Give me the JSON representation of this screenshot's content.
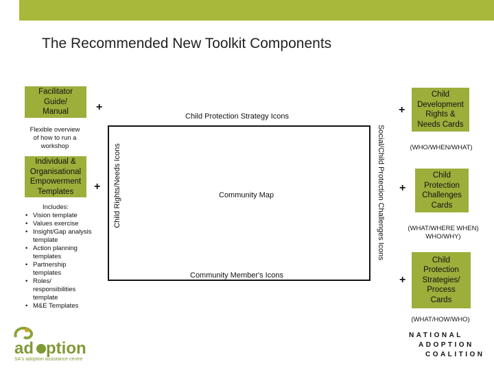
{
  "header": {
    "title": "The Recommended New Toolkit Components"
  },
  "left": {
    "facilitator": [
      "Facilitator",
      "Guide/",
      "Manual"
    ],
    "overview": [
      "Flexible overview",
      "of how to run a",
      "workshop"
    ],
    "templates": [
      "Individual &",
      "Organisational",
      "Empowerment",
      "Templates"
    ],
    "includes_heading": "Includes:",
    "includes": [
      "Vision template",
      "Values exercise",
      "Insight/Gap analysis template",
      "Action planning templates",
      "Partnership templates",
      "Roles/ responsibilities template",
      "M&E Templates"
    ]
  },
  "center": {
    "top_label": "Child Protection Strategy Icons",
    "left_label": "Child Rights/Needs Icons",
    "right_label": "Social/Child Protection Challenges Icons",
    "middle_label": "Community Map",
    "bottom_label": "Community Member's Icons",
    "plus": "+"
  },
  "right": {
    "card1": [
      "Child",
      "Development",
      "Rights &",
      "Needs Cards"
    ],
    "card1_note": "(WHO/WHEN/WHAT)",
    "card2": [
      "Child",
      "Protection",
      "Challenges",
      "Cards"
    ],
    "card2_note": [
      "(WHAT/WHERE WHEN)",
      "WHO/WHY)"
    ],
    "card3": [
      "Child",
      "Protection",
      "Strategies/",
      "Process",
      "Cards"
    ],
    "card3_note": "(WHAT/HOW/WHO)"
  },
  "logos": {
    "left_name": "ad●ption",
    "left_tagline": "SA's adoption assistance centre",
    "right_lines": [
      "NATIONAL",
      "ADOPTION",
      "COALITION"
    ]
  },
  "colors": {
    "box_green": "#9dae3b",
    "top_bar": "#a7b83a"
  }
}
